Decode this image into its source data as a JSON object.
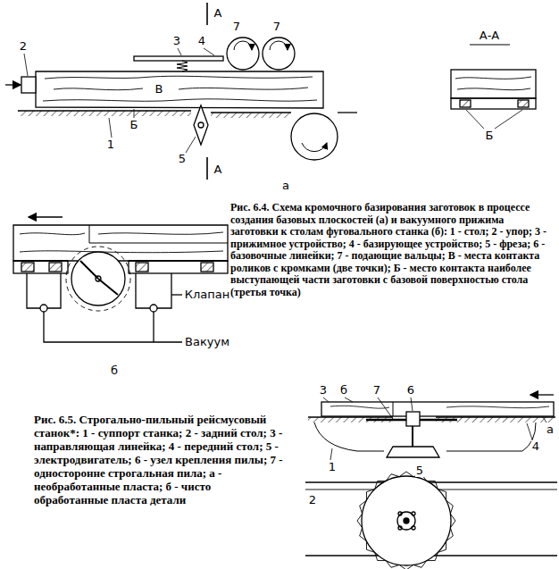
{
  "diagram": {
    "caption": "Рис. 6.4. Схема кромочного базирования заготовок в процессе создания базовых плоскостей (а) и вакуумного прижима заготовки к столам фуговального станка (б): 1 - стол; 2 - упор; 3 - прижимное устройство; 4 - базирующее устройство; 5 - фреза; 6 - базовочные линейки; 7 - подающие вальцы; В - места контакта роликов с кромками (две точки); Б - место контакта наиболее выступающей части заготовки с базовой поверхностью стола (третья точка)",
    "labels": [
      "А",
      "2",
      "3",
      "4",
      "7",
      "7",
      "В",
      "Б",
      "1",
      "5",
      "А",
      "а",
      "А-А",
      "Б",
      "Клапан",
      "Вакуум",
      "б",
      "3",
      "б",
      "7",
      "6",
      "а",
      "4",
      "1",
      "5",
      "2",
      "Рис. 6.5. Строгально-пильный рейсмусовый станок*: 1 - суппорт станка; 2 - задний стол; 3 - направляющая линейка; 4 - передний стол; 5 - электродвигатель; 6 - узел крепления пилы; 7 - односторонне строгальная пила; а - необработанные пласта; б - чисто обработанные пласта детали"
    ]
  }
}
